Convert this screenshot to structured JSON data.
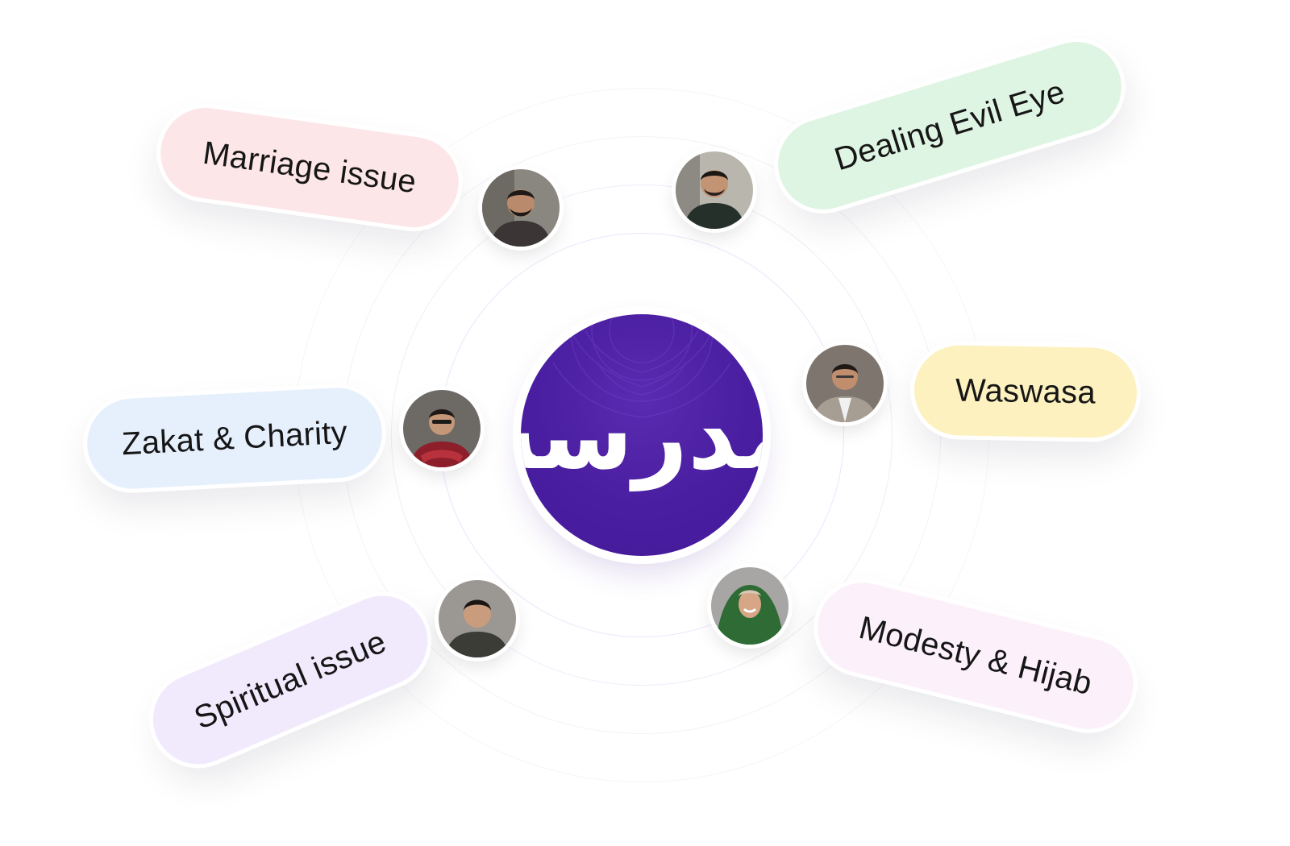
{
  "logo": {
    "text": "مدرسه",
    "background": "#4a1ea0"
  },
  "topics": [
    {
      "id": "marriage",
      "label": "Marriage issue",
      "color": "#fde6e8"
    },
    {
      "id": "evil-eye",
      "label": "Dealing Evil Eye",
      "color": "#dff5e3"
    },
    {
      "id": "zakat",
      "label": "Zakat & Charity",
      "color": "#e6f0fd"
    },
    {
      "id": "waswasa",
      "label": "Waswasa",
      "color": "#fdf1bf"
    },
    {
      "id": "spiritual",
      "label": "Spiritual issue",
      "color": "#f1eafd"
    },
    {
      "id": "modesty",
      "label": "Modesty & Hijab",
      "color": "#fcf0fb"
    }
  ],
  "scholars": [
    {
      "id": "scholar-1",
      "icon": "person-photo-icon"
    },
    {
      "id": "scholar-2",
      "icon": "person-photo-icon"
    },
    {
      "id": "scholar-3",
      "icon": "person-photo-icon"
    },
    {
      "id": "scholar-4",
      "icon": "person-photo-icon"
    },
    {
      "id": "scholar-5",
      "icon": "person-photo-icon"
    },
    {
      "id": "scholar-6",
      "icon": "person-photo-icon"
    }
  ]
}
